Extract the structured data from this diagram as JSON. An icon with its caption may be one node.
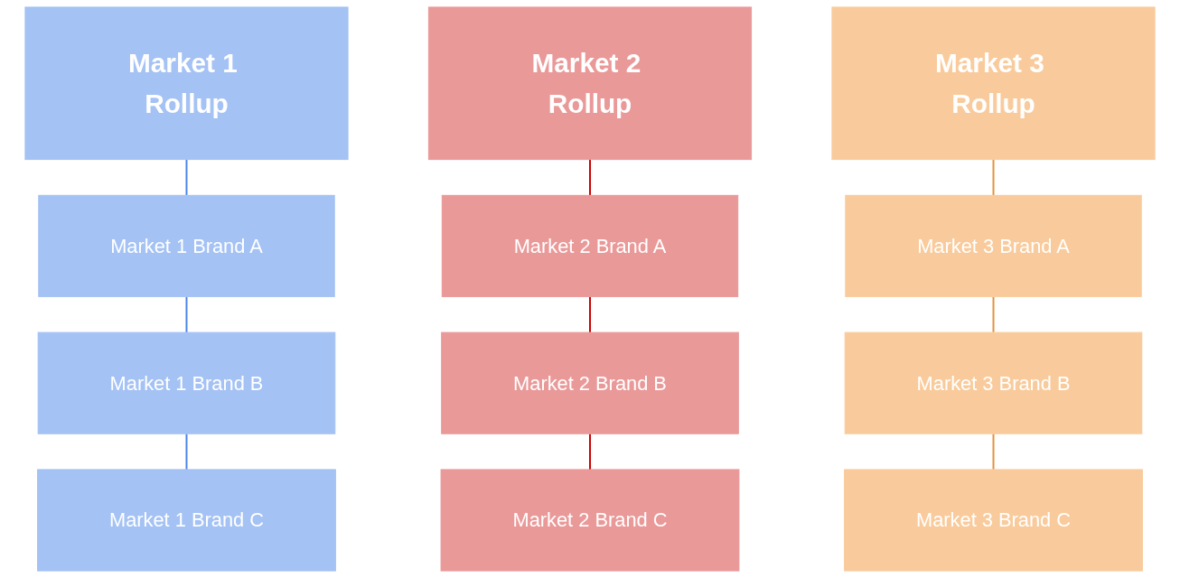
{
  "diagram": {
    "nodes": [
      {
        "text": [
          "Market 1 Rollup"
        ]
      },
      {
        "text": [
          "Market 2 Rollup"
        ]
      },
      {
        "text": [
          "Market 3 Rollup"
        ]
      },
      {
        "text": [
          "Market 1 Brand A"
        ]
      },
      {
        "text": [
          "Market 2 Brand A"
        ]
      },
      {
        "text": [
          "Market 3 Brand A"
        ]
      },
      {
        "text": [
          "Market 1 Brand B"
        ]
      },
      {
        "text": [
          "Market 2 Brand B"
        ]
      },
      {
        "text": [
          "Market 3 Brand B"
        ]
      },
      {
        "text": [
          "Market 1 Brand C"
        ]
      },
      {
        "text": [
          "Market 2 Brand C"
        ]
      },
      {
        "text": [
          "Market 3 Brand C"
        ]
      }
    ],
    "edges": [
      {
        "from": 0,
        "to": 3,
        "arrow": "none",
        "color": "#4a86e8"
      },
      {
        "from": 3,
        "to": 6,
        "arrow": "none",
        "color": "#4a86e8"
      },
      {
        "from": 6,
        "to": 9,
        "arrow": "none",
        "color": "#4a86e8"
      },
      {
        "from": 1,
        "to": 4,
        "arrow": "none",
        "color": "#cc0000"
      },
      {
        "from": 4,
        "to": 7,
        "arrow": "none",
        "color": "#cc0000"
      },
      {
        "from": 7,
        "to": 10,
        "arrow": "none",
        "color": "#cc0000"
      },
      {
        "from": 2,
        "to": 5,
        "arrow": "none",
        "color": "#e69138"
      },
      {
        "from": 5,
        "to": 8,
        "arrow": "none",
        "color": "#e69138"
      },
      {
        "from": 8,
        "to": 11,
        "arrow": "none",
        "color": "#e69138"
      }
    ]
  }
}
